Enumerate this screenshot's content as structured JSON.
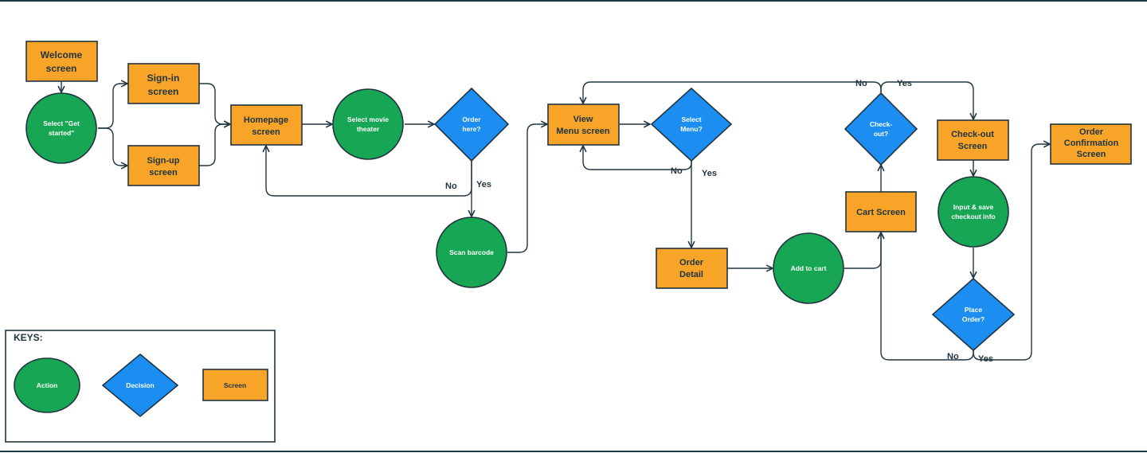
{
  "nodes": {
    "welcome": [
      "Welcome",
      "screen"
    ],
    "get_started": [
      "Select \"Get",
      "started\""
    ],
    "sign_in": [
      "Sign-in",
      "screen"
    ],
    "sign_up": [
      "Sign-up",
      "screen"
    ],
    "homepage": [
      "Homepage",
      "screen"
    ],
    "select_theater": [
      "Select movie",
      "theater"
    ],
    "order_here": [
      "Order",
      "here?"
    ],
    "scan_barcode": [
      "Scan barcode"
    ],
    "view_menu": [
      "View",
      "Menu screen"
    ],
    "select_menu": [
      "Select",
      "Menu?"
    ],
    "order_detail": [
      "Order",
      "Detail"
    ],
    "add_to_cart": [
      "Add to cart"
    ],
    "cart_screen": [
      "Cart Screen"
    ],
    "checkout_q": [
      "Check-",
      "out?"
    ],
    "checkout_screen": [
      "Check-out",
      "Screen"
    ],
    "input_save": [
      "Input & save",
      "checkout info"
    ],
    "place_order": [
      "Place",
      "Order?"
    ],
    "order_confirmation": [
      "Order",
      "Confirmation",
      "Screen"
    ]
  },
  "edge_labels": {
    "order_here_no": "No",
    "order_here_yes": "Yes",
    "select_menu_no": "No",
    "select_menu_yes": "Yes",
    "checkout_no": "No",
    "checkout_yes": "Yes",
    "place_order_no": "No",
    "place_order_yes": "Yes"
  },
  "keys": {
    "title": "KEYS:",
    "action": "Action",
    "decision": "Decision",
    "screen": "Screen"
  },
  "colors": {
    "screen": "#f7a428",
    "action": "#17a654",
    "decision": "#1c8ef2",
    "line": "#213540"
  }
}
